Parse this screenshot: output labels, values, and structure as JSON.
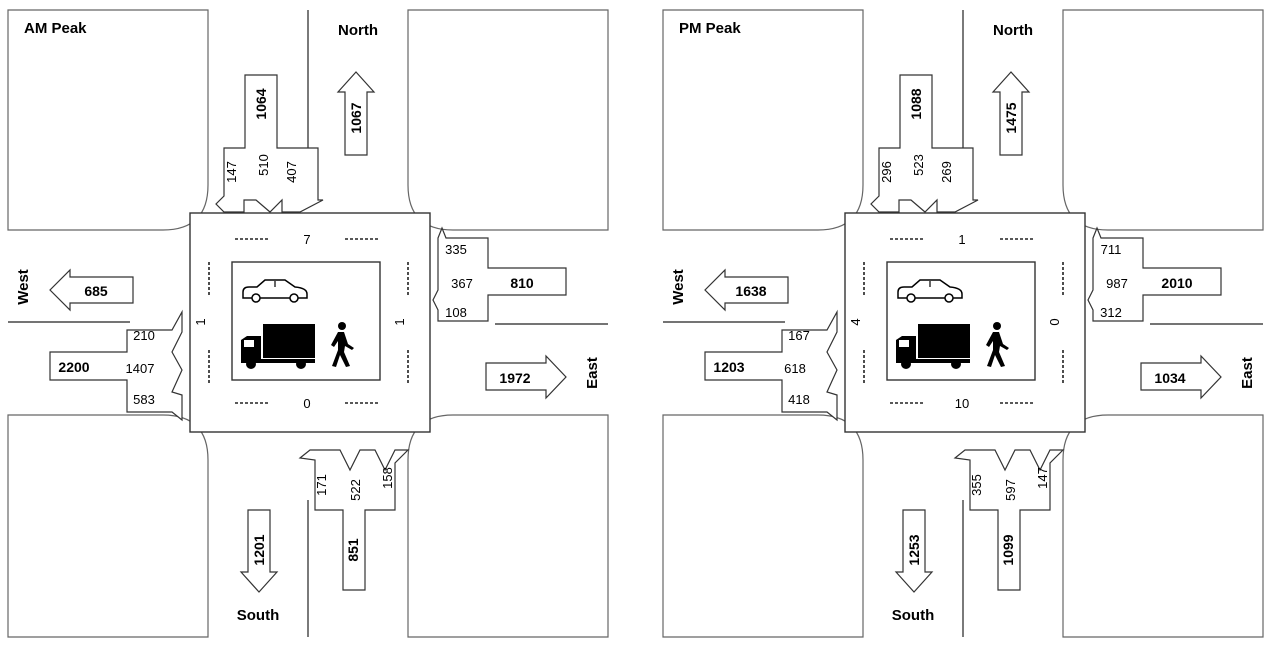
{
  "panels": [
    {
      "title": "AM Peak",
      "directions": {
        "north": "North",
        "south": "South",
        "east": "East",
        "west": "West"
      },
      "south_bound": {
        "total": "1064",
        "left": "147",
        "through": "510",
        "right": "407"
      },
      "north_exit": "1067",
      "west_bound": {
        "total": "810",
        "right": "335",
        "through": "367",
        "left": "108"
      },
      "west_exit": "685",
      "east_bound": {
        "total": "2200",
        "left": "210",
        "through": "1407",
        "right": "583"
      },
      "east_exit": "1972",
      "north_bound": {
        "total": "851",
        "left": "171",
        "through": "522",
        "right": "158"
      },
      "south_exit": "1201",
      "pedestrians": {
        "north": "7",
        "south": "0",
        "west": "1",
        "east": "1"
      }
    },
    {
      "title": "PM Peak",
      "directions": {
        "north": "North",
        "south": "South",
        "east": "East",
        "west": "West"
      },
      "south_bound": {
        "total": "1088",
        "left": "296",
        "through": "523",
        "right": "269"
      },
      "north_exit": "1475",
      "west_bound": {
        "total": "2010",
        "right": "711",
        "through": "987",
        "left": "312"
      },
      "west_exit": "1638",
      "east_bound": {
        "total": "1203",
        "left": "167",
        "through": "618",
        "right": "418"
      },
      "east_exit": "1034",
      "north_bound": {
        "total": "1099",
        "left": "355",
        "through": "597",
        "right": "147"
      },
      "south_exit": "1253",
      "pedestrians": {
        "north": "1",
        "south": "10",
        "west": "4",
        "east": "0"
      }
    }
  ],
  "icons": [
    "car-icon",
    "truck-icon",
    "pedestrian-icon"
  ]
}
